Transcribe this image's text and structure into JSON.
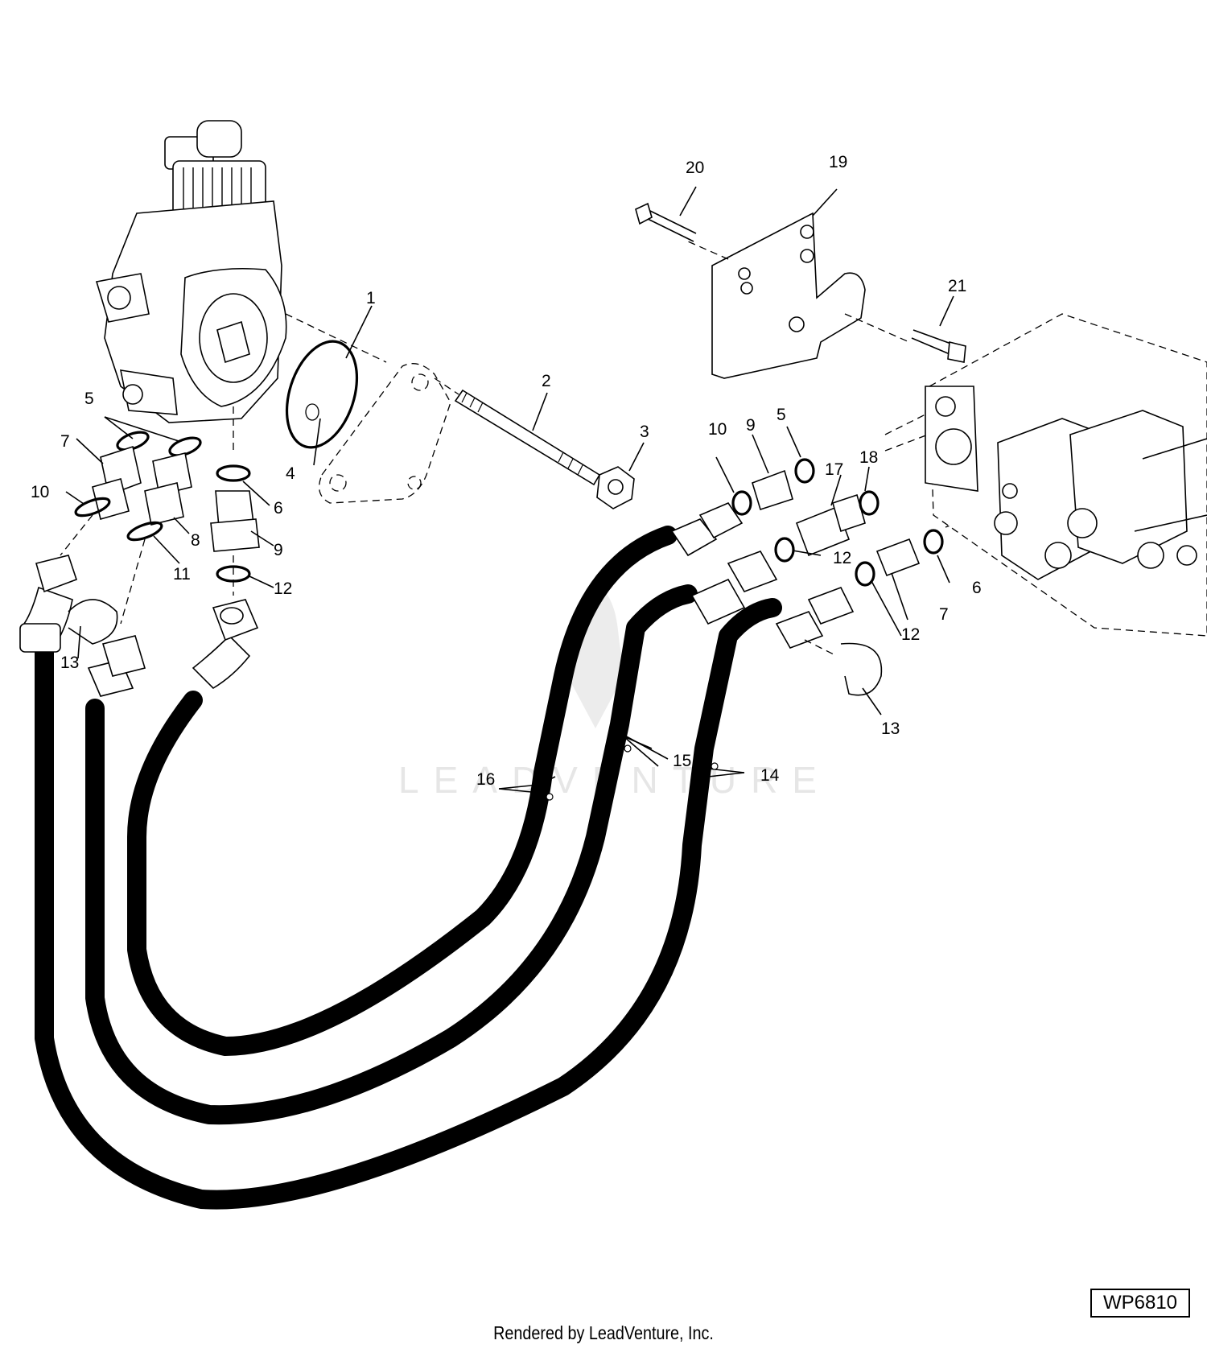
{
  "figure": {
    "code": "WP6810",
    "credit": "Rendered by LeadVenture, Inc.",
    "watermark": "LEADVENTURE"
  },
  "callouts": [
    "1",
    "2",
    "3",
    "4",
    "5",
    "6",
    "7",
    "8",
    "9",
    "10",
    "11",
    "12",
    "13",
    "14",
    "15",
    "16",
    "17",
    "18",
    "19",
    "20",
    "21"
  ],
  "icons": {
    "valve": "hydraulic-valve-icon",
    "pump": "hydraulic-pump-icon",
    "bracket": "mounting-bracket-icon",
    "hose": "hydraulic-hose-icon",
    "ring": "o-ring-icon"
  }
}
